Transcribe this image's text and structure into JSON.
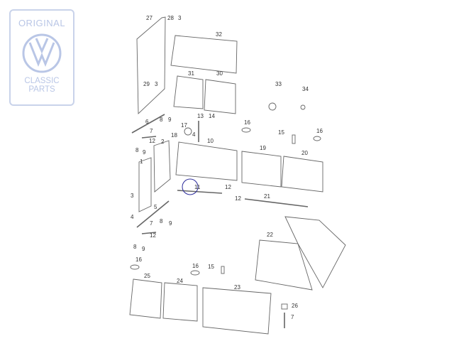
{
  "watermark": {
    "top": "ORIGINAL",
    "bottom": "CLASSIC PARTS"
  },
  "highlight_color": "#2a2a9a",
  "highlighted_part": "11",
  "labels": [
    "27",
    "28",
    "3",
    "32",
    "31",
    "30",
    "29",
    "3",
    "33",
    "34",
    "6",
    "8",
    "9",
    "13",
    "14",
    "17",
    "16",
    "15",
    "16",
    "18",
    "4",
    "10",
    "7",
    "12",
    "2",
    "8",
    "9",
    "19",
    "20",
    "1",
    "11",
    "12",
    "3",
    "12",
    "21",
    "5",
    "4",
    "8",
    "9",
    "7",
    "12",
    "8",
    "9",
    "22",
    "16",
    "16",
    "15",
    "25",
    "24",
    "23",
    "26",
    "7"
  ]
}
